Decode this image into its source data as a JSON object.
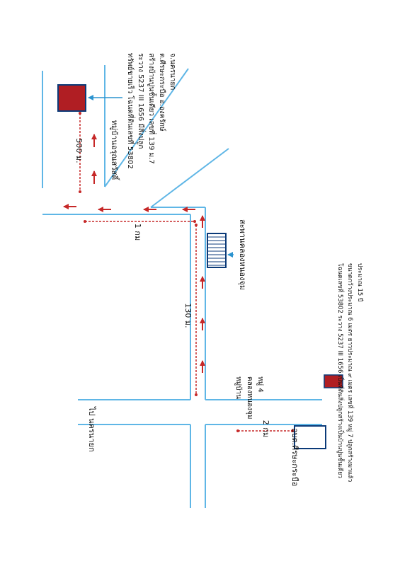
{
  "colors": {
    "road": "#5fb6e6",
    "plot_fill": "#b01e23",
    "plot_stroke": "#0b3a78",
    "arrow": "#c62828",
    "dimension": "#c62828",
    "pointer": "#2b93cf",
    "bridge_stroke": "#0b3a78",
    "office_stroke": "#0b3a78"
  },
  "labels": {
    "dist_500": "500 ม.",
    "dist_1km": "1 กม",
    "dist_130": "130 ม.",
    "dist_2km": "2 กม",
    "village_top": "หมู่บ้านอรุณสวัสดิ์",
    "deed_line1": "ทรัพย์ขายเร็ว โฉนดที่ดินเลขที่ 53802",
    "deed_line2": "ระวาง 5237 III 1656 มีสิ่งปลูก",
    "deed_line3": "สร้างบ้านปูนชั้นเดียว เลขที่ 139 ม.7",
    "deed_line4": "ต.ศีรษะกระบือ อ.องครักษ์",
    "deed_line5": "จ.นครนายก",
    "bridge": "สะพานคลองหนองจุม",
    "village_bottom_1": "หมู่บ้าน",
    "village_bottom_2": "คลองหนองจุม",
    "village_bottom_3": "หมู่ 4",
    "to_nakhon": "ไป นครนายก",
    "office": "อบต.ศีรษะกระบือ",
    "legend_line1": "โฉนดเลขที่ 53802 ระวาง 5237 III 1656 เป็นที่ดินสิ่งปลูกสร้างเป็นบ้านปูนชั้นเดียว",
    "legend_line2": "ขนาดกว้างประมาณ 6 เมตร ยาวประมาณ ๙ เมตร เลขที่ 139 หมู่ 7 ปลูกสร้างมาแล้ว",
    "legend_line3": "ประมาณ 15 ปี"
  }
}
